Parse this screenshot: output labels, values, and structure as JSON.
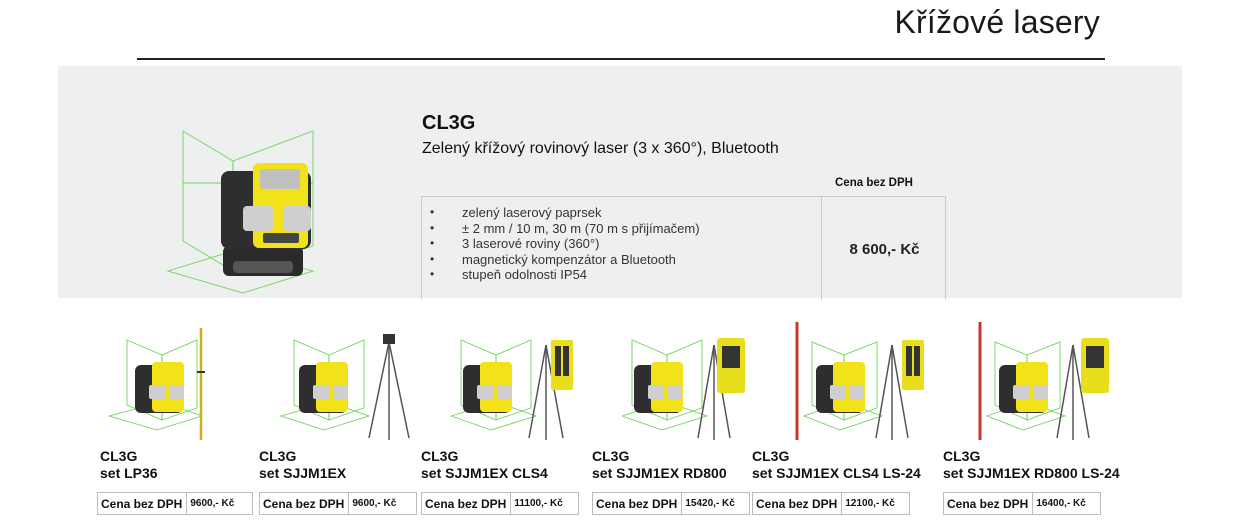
{
  "page": {
    "title": "Křížové lasery"
  },
  "product": {
    "code": "CL3G",
    "description": "Zelený křížový rovinový laser (3 x 360°), Bluetooth",
    "price_header": "Cena bez DPH",
    "price": "8 600,- Kč",
    "features": [
      "zelený laserový paprsek",
      "± 2 mm / 10 m, 30 m (70 m s přijímačem)",
      "3 laserové roviny (360°)",
      "magnetický kompenzátor a Bluetooth",
      "stupeň odolnosti IP54"
    ]
  },
  "sets": [
    {
      "code": "CL3G",
      "name": "set LP36",
      "price_label": "Cena bez DPH",
      "price": "9600,- Kč",
      "accessories": [
        "pole"
      ]
    },
    {
      "code": "CL3G",
      "name": "set SJJM1EX",
      "price_label": "Cena bez DPH",
      "price": "9600,- Kč",
      "accessories": [
        "tripod"
      ]
    },
    {
      "code": "CL3G",
      "name": "set SJJM1EX CLS4",
      "price_label": "Cena bez DPH",
      "price": "11100,- Kč",
      "accessories": [
        "tripod",
        "receiver"
      ]
    },
    {
      "code": "CL3G",
      "name": "set SJJM1EX RD800",
      "price_label": "Cena bez DPH",
      "price": "15420,- Kč",
      "accessories": [
        "tripod",
        "receiver"
      ]
    },
    {
      "code": "CL3G",
      "name": "set SJJM1EX CLS4 LS-24",
      "price_label": "Cena bez DPH",
      "price": "12100,- Kč",
      "accessories": [
        "rod",
        "tripod",
        "receiver"
      ]
    },
    {
      "code": "CL3G",
      "name": "set SJJM1EX RD800 LS-24",
      "price_label": "Cena bez DPH",
      "price": "16400,- Kč",
      "accessories": [
        "rod",
        "tripod",
        "receiver"
      ]
    }
  ],
  "colors": {
    "laser_green": "#4ccb3a",
    "body_yellow": "#f2e21a",
    "receiver_yellow": "#e8de1c",
    "panel_bg": "#eef0ef"
  }
}
